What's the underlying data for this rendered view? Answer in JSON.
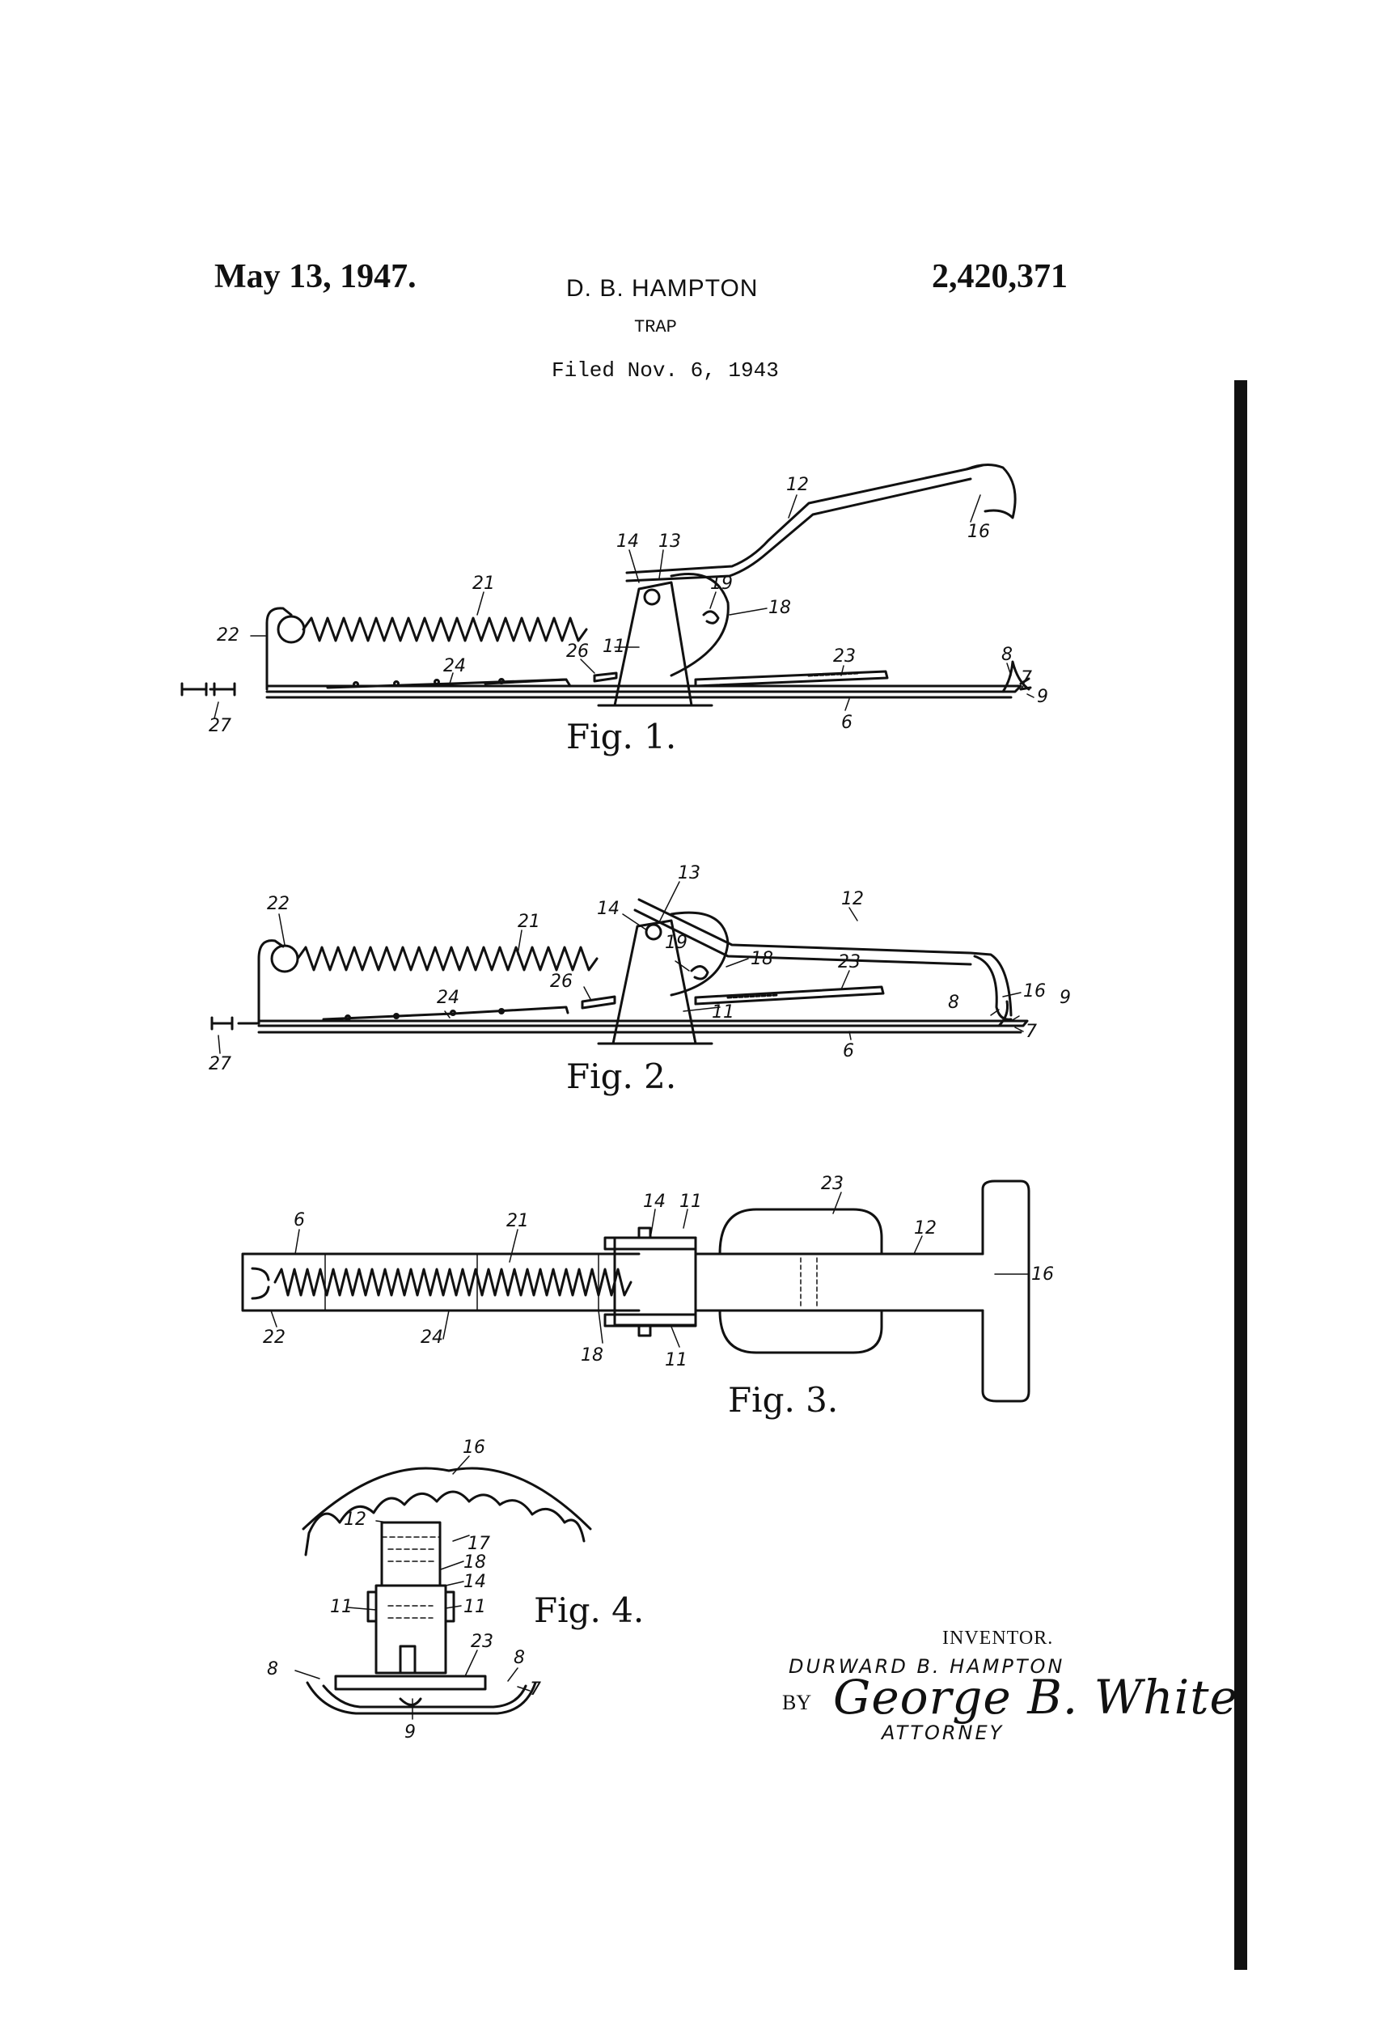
{
  "header": {
    "date": "May 13, 1947.",
    "inventor": "D. B. HAMPTON",
    "patent_number": "2,420,371",
    "title": "TRAP",
    "filed": "Filed Nov. 6, 1943"
  },
  "figures": {
    "fig1": {
      "caption": "Fig. 1.",
      "labels": {
        "l12": "12",
        "l16": "16",
        "l14": "14",
        "l13": "13",
        "l21": "21",
        "l19": "19",
        "l18": "18",
        "l22": "22",
        "l26": "26",
        "l11": "11",
        "l23": "23",
        "l8": "8",
        "l7": "7",
        "l9": "9",
        "l24": "24",
        "l27": "27",
        "l6": "6"
      }
    },
    "fig2": {
      "caption": "Fig. 2.",
      "labels": {
        "l22": "22",
        "l13": "13",
        "l12": "12",
        "l14": "14",
        "l21": "21",
        "l19": "19",
        "l18": "18",
        "l23": "23",
        "l16": "16",
        "l9": "9",
        "l8": "8",
        "l7": "7",
        "l24": "24",
        "l26": "26",
        "l11": "11",
        "l27": "27",
        "l6": "6"
      }
    },
    "fig3": {
      "caption": "Fig. 3.",
      "labels": {
        "l23": "23",
        "l14": "14",
        "l11a": "11",
        "l6": "6",
        "l21": "21",
        "l12": "12",
        "l16": "16",
        "l22": "22",
        "l24": "24",
        "l18": "18",
        "l11b": "11"
      }
    },
    "fig4": {
      "caption": "Fig. 4.",
      "labels": {
        "l16": "16",
        "l12": "12",
        "l17": "17",
        "l18": "18",
        "l14": "14",
        "l11a": "11",
        "l11b": "11",
        "l23": "23",
        "l8a": "8",
        "l8b": "8",
        "l7": "7",
        "l9": "9"
      }
    }
  },
  "signature_block": {
    "inventor_label": "INVENTOR.",
    "inventor_name": "DURWARD B. HAMPTON",
    "by": "BY",
    "signature": "George B. White",
    "attorney_label": "ATTORNEY"
  }
}
